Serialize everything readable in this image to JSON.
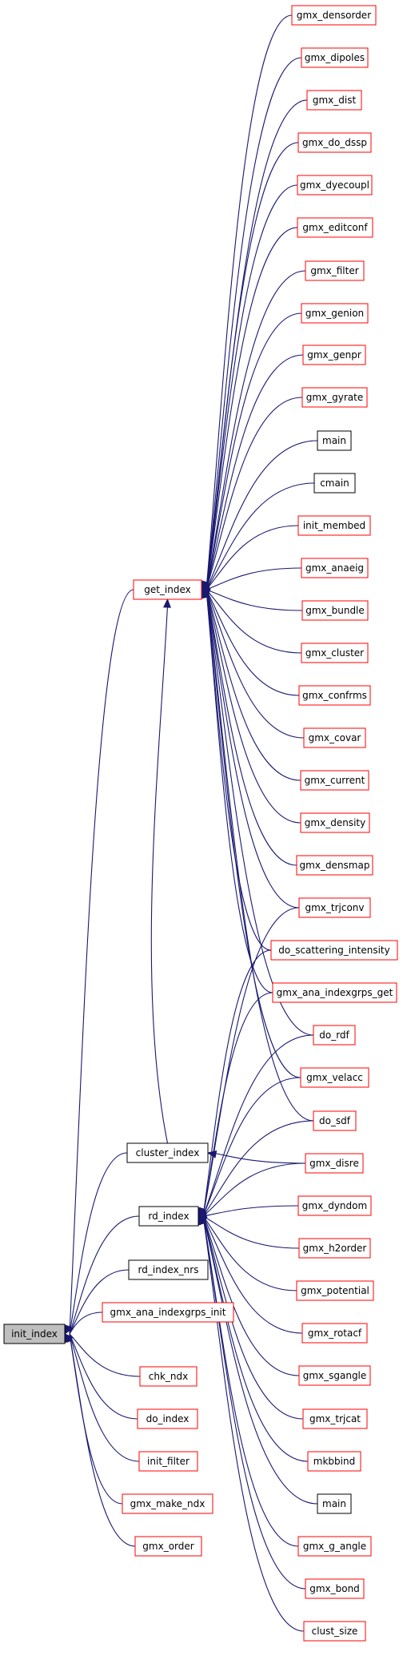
{
  "graph": {
    "colors": {
      "edge": "#191970",
      "red_border": "#ff0000",
      "black_border": "#000000",
      "root_fill": "#bfbfbf"
    },
    "nodes": [
      {
        "id": "gmx_densorder",
        "label": "gmx_densorder",
        "border": "red"
      },
      {
        "id": "gmx_dipoles",
        "label": "gmx_dipoles",
        "border": "red"
      },
      {
        "id": "gmx_dist",
        "label": "gmx_dist",
        "border": "red"
      },
      {
        "id": "gmx_do_dssp",
        "label": "gmx_do_dssp",
        "border": "red"
      },
      {
        "id": "gmx_dyecoupl",
        "label": "gmx_dyecoupl",
        "border": "red"
      },
      {
        "id": "gmx_editconf",
        "label": "gmx_editconf",
        "border": "red"
      },
      {
        "id": "gmx_filter",
        "label": "gmx_filter",
        "border": "red"
      },
      {
        "id": "gmx_genion",
        "label": "gmx_genion",
        "border": "red"
      },
      {
        "id": "gmx_genpr",
        "label": "gmx_genpr",
        "border": "red"
      },
      {
        "id": "gmx_gyrate",
        "label": "gmx_gyrate",
        "border": "red"
      },
      {
        "id": "main_a",
        "label": "main",
        "border": "black"
      },
      {
        "id": "cmain",
        "label": "cmain",
        "border": "black"
      },
      {
        "id": "init_membed",
        "label": "init_membed",
        "border": "red"
      },
      {
        "id": "get_index",
        "label": "get_index",
        "border": "red"
      },
      {
        "id": "gmx_anaeig",
        "label": "gmx_anaeig",
        "border": "red"
      },
      {
        "id": "gmx_bundle",
        "label": "gmx_bundle",
        "border": "red"
      },
      {
        "id": "gmx_cluster",
        "label": "gmx_cluster",
        "border": "red"
      },
      {
        "id": "gmx_confrms",
        "label": "gmx_confrms",
        "border": "red"
      },
      {
        "id": "gmx_covar",
        "label": "gmx_covar",
        "border": "red"
      },
      {
        "id": "gmx_current",
        "label": "gmx_current",
        "border": "red"
      },
      {
        "id": "gmx_density",
        "label": "gmx_density",
        "border": "red"
      },
      {
        "id": "gmx_densmap",
        "label": "gmx_densmap",
        "border": "red"
      },
      {
        "id": "gmx_trjconv",
        "label": "gmx_trjconv",
        "border": "red"
      },
      {
        "id": "do_scattering_intensity",
        "label": "do_scattering_intensity",
        "border": "red"
      },
      {
        "id": "gmx_ana_indexgrps_get",
        "label": "gmx_ana_indexgrps_get",
        "border": "red"
      },
      {
        "id": "do_rdf",
        "label": "do_rdf",
        "border": "red"
      },
      {
        "id": "gmx_velacc",
        "label": "gmx_velacc",
        "border": "red"
      },
      {
        "id": "do_sdf",
        "label": "do_sdf",
        "border": "red"
      },
      {
        "id": "cluster_index",
        "label": "cluster_index",
        "border": "black"
      },
      {
        "id": "gmx_disre",
        "label": "gmx_disre",
        "border": "red"
      },
      {
        "id": "rd_index",
        "label": "rd_index",
        "border": "black"
      },
      {
        "id": "gmx_dyndom",
        "label": "gmx_dyndom",
        "border": "red"
      },
      {
        "id": "gmx_h2order",
        "label": "gmx_h2order",
        "border": "red"
      },
      {
        "id": "rd_index_nrs",
        "label": "rd_index_nrs",
        "border": "black"
      },
      {
        "id": "gmx_potential",
        "label": "gmx_potential",
        "border": "red"
      },
      {
        "id": "gmx_ana_indexgrps_init",
        "label": "gmx_ana_indexgrps_init",
        "border": "red"
      },
      {
        "id": "init_index",
        "label": "init_index",
        "border": "black",
        "root": true
      },
      {
        "id": "gmx_rotacf",
        "label": "gmx_rotacf",
        "border": "red"
      },
      {
        "id": "chk_ndx",
        "label": "chk_ndx",
        "border": "red"
      },
      {
        "id": "gmx_sgangle",
        "label": "gmx_sgangle",
        "border": "red"
      },
      {
        "id": "do_index",
        "label": "do_index",
        "border": "red"
      },
      {
        "id": "gmx_trjcat",
        "label": "gmx_trjcat",
        "border": "red"
      },
      {
        "id": "init_filter",
        "label": "init_filter",
        "border": "red"
      },
      {
        "id": "mkbbind",
        "label": "mkbbind",
        "border": "red"
      },
      {
        "id": "gmx_make_ndx",
        "label": "gmx_make_ndx",
        "border": "red"
      },
      {
        "id": "main_b",
        "label": "main",
        "border": "black"
      },
      {
        "id": "gmx_order",
        "label": "gmx_order",
        "border": "red"
      },
      {
        "id": "gmx_g_angle",
        "label": "gmx_g_angle",
        "border": "red"
      },
      {
        "id": "gmx_bond",
        "label": "gmx_bond",
        "border": "red"
      },
      {
        "id": "clust_size",
        "label": "clust_size",
        "border": "red"
      }
    ],
    "edges": [
      [
        "get_index",
        "gmx_densorder"
      ],
      [
        "get_index",
        "gmx_dipoles"
      ],
      [
        "get_index",
        "gmx_dist"
      ],
      [
        "get_index",
        "gmx_do_dssp"
      ],
      [
        "get_index",
        "gmx_dyecoupl"
      ],
      [
        "get_index",
        "gmx_editconf"
      ],
      [
        "get_index",
        "gmx_filter"
      ],
      [
        "get_index",
        "gmx_genion"
      ],
      [
        "get_index",
        "gmx_genpr"
      ],
      [
        "get_index",
        "gmx_gyrate"
      ],
      [
        "get_index",
        "main_a"
      ],
      [
        "get_index",
        "cmain"
      ],
      [
        "get_index",
        "init_membed"
      ],
      [
        "get_index",
        "gmx_anaeig"
      ],
      [
        "get_index",
        "gmx_bundle"
      ],
      [
        "get_index",
        "gmx_cluster"
      ],
      [
        "get_index",
        "gmx_confrms"
      ],
      [
        "get_index",
        "gmx_covar"
      ],
      [
        "get_index",
        "gmx_current"
      ],
      [
        "get_index",
        "gmx_density"
      ],
      [
        "get_index",
        "gmx_densmap"
      ],
      [
        "get_index",
        "gmx_trjconv"
      ],
      [
        "get_index",
        "do_scattering_intensity"
      ],
      [
        "get_index",
        "gmx_ana_indexgrps_get"
      ],
      [
        "get_index",
        "do_rdf"
      ],
      [
        "get_index",
        "gmx_velacc"
      ],
      [
        "get_index",
        "do_sdf"
      ],
      [
        "cluster_index",
        "gmx_disre"
      ],
      [
        "rd_index",
        "gmx_trjconv"
      ],
      [
        "rd_index",
        "do_scattering_intensity"
      ],
      [
        "rd_index",
        "gmx_ana_indexgrps_get"
      ],
      [
        "rd_index",
        "do_rdf"
      ],
      [
        "rd_index",
        "gmx_velacc"
      ],
      [
        "rd_index",
        "do_sdf"
      ],
      [
        "rd_index",
        "gmx_disre"
      ],
      [
        "rd_index",
        "gmx_dyndom"
      ],
      [
        "rd_index",
        "gmx_h2order"
      ],
      [
        "rd_index",
        "gmx_potential"
      ],
      [
        "rd_index",
        "gmx_rotacf"
      ],
      [
        "rd_index",
        "gmx_sgangle"
      ],
      [
        "rd_index",
        "gmx_trjcat"
      ],
      [
        "rd_index",
        "mkbbind"
      ],
      [
        "rd_index",
        "main_b"
      ],
      [
        "rd_index",
        "gmx_g_angle"
      ],
      [
        "rd_index",
        "gmx_bond"
      ],
      [
        "rd_index",
        "clust_size"
      ],
      [
        "init_index",
        "get_index"
      ],
      [
        "init_index",
        "cluster_index"
      ],
      [
        "init_index",
        "rd_index"
      ],
      [
        "init_index",
        "rd_index_nrs"
      ],
      [
        "init_index",
        "gmx_ana_indexgrps_init"
      ],
      [
        "init_index",
        "chk_ndx"
      ],
      [
        "init_index",
        "do_index"
      ],
      [
        "init_index",
        "init_filter"
      ],
      [
        "init_index",
        "gmx_make_ndx"
      ],
      [
        "init_index",
        "gmx_order"
      ],
      [
        "get_index",
        "cluster_index"
      ]
    ]
  }
}
